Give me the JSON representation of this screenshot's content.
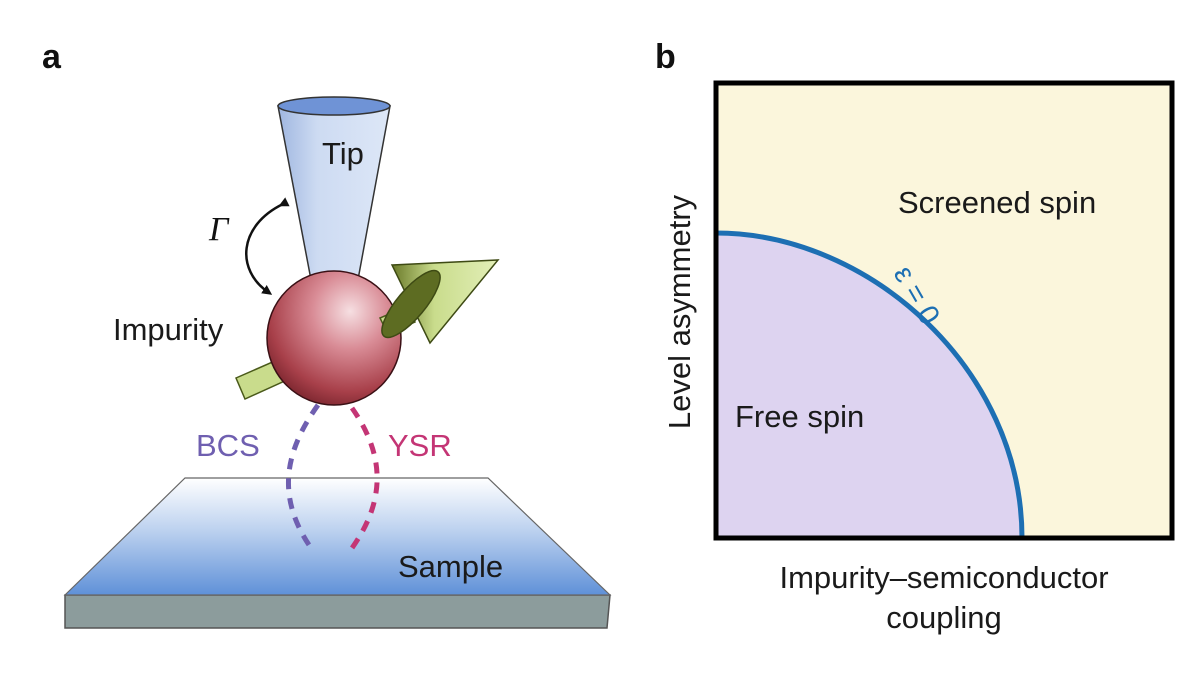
{
  "panel_a": {
    "letter": "a",
    "tip_label": "Tip",
    "gamma_label": "Γ",
    "impurity_label": "Impurity",
    "bcs_label": "BCS",
    "ysr_label": "YSR",
    "sample_label": "Sample"
  },
  "panel_b": {
    "letter": "b",
    "y_label": "Level asymmetry",
    "x_label_line1": "Impurity–semiconductor",
    "x_label_line2": "coupling",
    "region_screened": "Screened spin",
    "region_free": "Free spin",
    "boundary_label": "ε = 0"
  },
  "colors": {
    "screened_region": "#fbf6dc",
    "free_region": "#ddd3f0",
    "boundary": "#1d6fb3",
    "bcs": "#6f5fb0",
    "ysr": "#c43575",
    "tip": "#c9d8f0",
    "impurity": "#a8404a",
    "spin_arrow": "#c9dc8c",
    "sample": "#5f91d8",
    "sample_edge": "#8c9c9c"
  }
}
